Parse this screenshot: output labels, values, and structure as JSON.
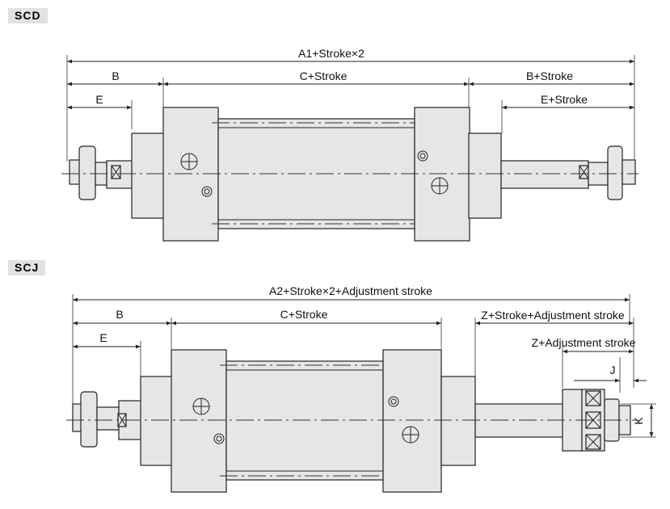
{
  "scd": {
    "tag": "SCD",
    "dims": {
      "total": "A1+Stroke×2",
      "b": "B",
      "c": "C+Stroke",
      "b_stroke": "B+Stroke",
      "e": "E",
      "e_stroke": "E+Stroke"
    }
  },
  "scj": {
    "tag": "SCJ",
    "dims": {
      "total": "A2+Stroke×2+Adjustment stroke",
      "b": "B",
      "c": "C+Stroke",
      "e": "E",
      "z_stroke": "Z+Stroke+Adjustment stroke",
      "z_adj": "Z+Adjustment stroke",
      "j": "J",
      "k": "K"
    }
  }
}
